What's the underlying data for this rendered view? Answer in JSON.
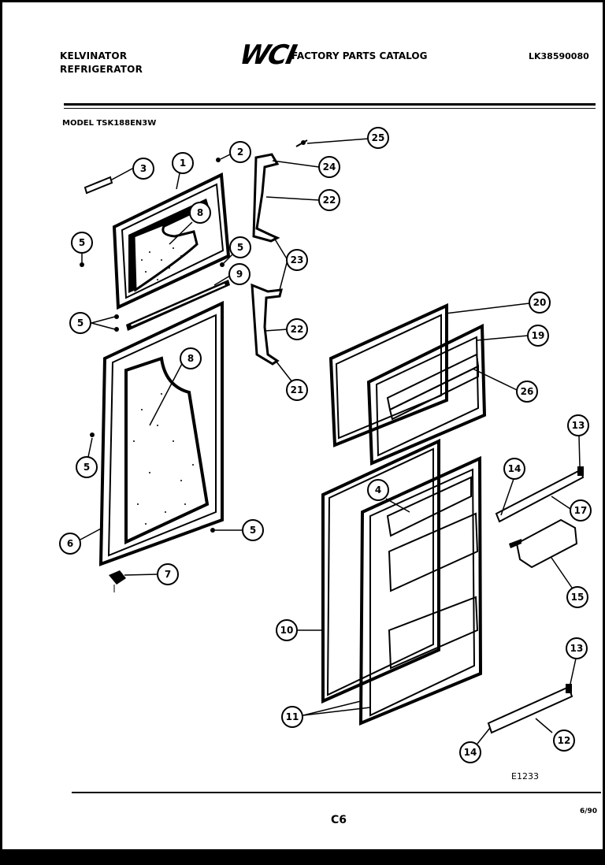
{
  "header": {
    "brand_line1": "KELVINATOR",
    "brand_line2": "REFRIGERATOR",
    "logo_text": "WCI",
    "catalog_title": "FACTORY PARTS CATALOG",
    "catalog_number": "LK38590080"
  },
  "model_label": "MODEL TSK188EN3W",
  "footer": {
    "figure_code": "E1233",
    "page_number": "C6",
    "date": "6/90"
  },
  "callouts": [
    "25",
    "2",
    "24",
    "3",
    "1",
    "22",
    "8",
    "5",
    "5",
    "23",
    "9",
    "5",
    "22",
    "21",
    "8",
    "5",
    "6",
    "7",
    "5",
    "20",
    "19",
    "26",
    "13",
    "14",
    "17",
    "4",
    "15",
    "10",
    "11",
    "13",
    "14",
    "12"
  ]
}
